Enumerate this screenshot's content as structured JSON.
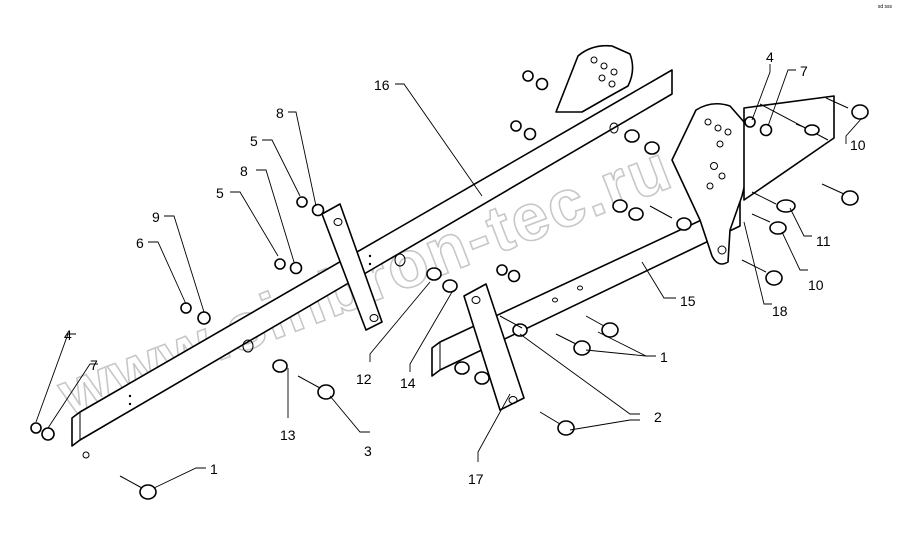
{
  "watermark": "www.sinbron-tec.ru",
  "corner_mark": "sd sss",
  "callouts": [
    {
      "id": "c-16",
      "text": "16"
    },
    {
      "id": "c-8a",
      "text": "8"
    },
    {
      "id": "c-5a",
      "text": "5"
    },
    {
      "id": "c-8b",
      "text": "8"
    },
    {
      "id": "c-5b",
      "text": "5"
    },
    {
      "id": "c-9",
      "text": "9"
    },
    {
      "id": "c-6",
      "text": "6"
    },
    {
      "id": "c-4a",
      "text": "4"
    },
    {
      "id": "c-7a",
      "text": "7"
    },
    {
      "id": "c-1a",
      "text": "1"
    },
    {
      "id": "c-13",
      "text": "13"
    },
    {
      "id": "c-3",
      "text": "3"
    },
    {
      "id": "c-12",
      "text": "12"
    },
    {
      "id": "c-14",
      "text": "14"
    },
    {
      "id": "c-17",
      "text": "17"
    },
    {
      "id": "c-2",
      "text": "2"
    },
    {
      "id": "c-1b",
      "text": "1"
    },
    {
      "id": "c-15",
      "text": "15"
    },
    {
      "id": "c-18",
      "text": "18"
    },
    {
      "id": "c-10a",
      "text": "10"
    },
    {
      "id": "c-11",
      "text": "11"
    },
    {
      "id": "c-10b",
      "text": "10"
    },
    {
      "id": "c-4b",
      "text": "4"
    },
    {
      "id": "c-7b",
      "text": "7"
    }
  ]
}
